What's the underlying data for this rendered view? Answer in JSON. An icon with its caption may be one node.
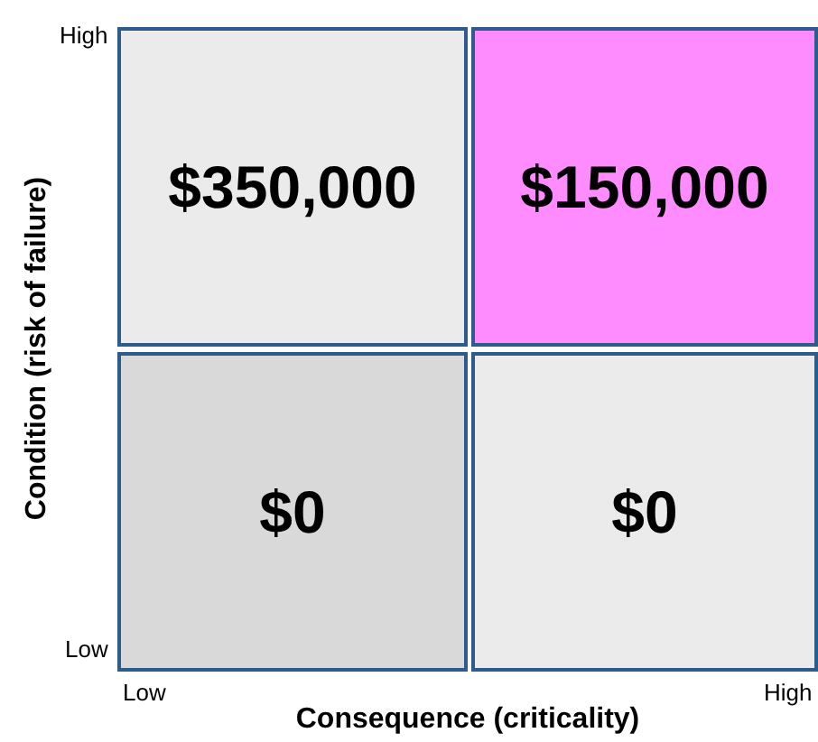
{
  "diagram": {
    "nodes": [
      {
        "text": [
          "$350,000"
        ]
      },
      {
        "text": [
          "$150,000"
        ]
      },
      {
        "text": [
          "$0"
        ]
      },
      {
        "text": [
          "$0"
        ]
      }
    ],
    "labels": [
      "High",
      "Condition (risk of failure)",
      "Low",
      "Low",
      "High",
      "Consequence (criticality)"
    ]
  }
}
